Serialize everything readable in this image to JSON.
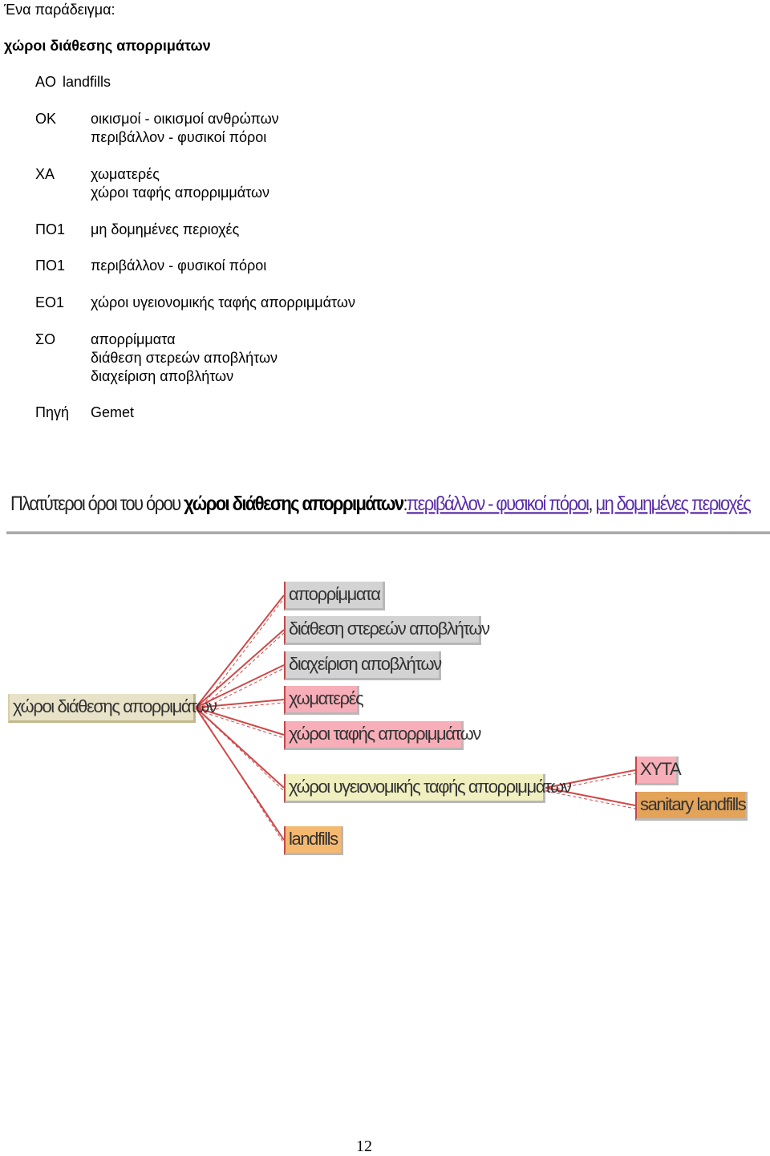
{
  "intro": "Ένα παράδειγμα:",
  "term": "χώροι διάθεσης απορριμάτων",
  "definitions": [
    {
      "key": "AO",
      "lines": [
        "landfills"
      ]
    },
    {
      "key": "OK",
      "lines": [
        "οικισμοί - οικισμοί ανθρώπων",
        "περιβάλλον - φυσικοί πόροι"
      ]
    },
    {
      "key": "ΧΑ",
      "lines": [
        "χωματερές",
        "χώροι ταφής απορριμμάτων"
      ]
    },
    {
      "key": "ΠΟ1",
      "lines": [
        "μη δομημένες περιοχές"
      ]
    },
    {
      "key": "ΠΟ1",
      "lines": [
        "περιβάλλον - φυσικοί πόροι"
      ]
    },
    {
      "key": "ΕΟ1",
      "lines": [
        "χώροι υγειονομικής ταφής απορριμμάτων"
      ]
    },
    {
      "key": "ΣΟ",
      "lines": [
        "απορρίμματα",
        "διάθεση στερεών αποβλήτων",
        "διαχείριση αποβλήτων"
      ]
    },
    {
      "key": "Πηγή",
      "lines": [
        "Gemet"
      ]
    }
  ],
  "screenshot": {
    "heading_prefix": "Πλατύτεροι όροι του όρου ",
    "heading_term": "χώροι διάθεσης απορριμάτων",
    "heading_colon": ":",
    "link_1": "περιβάλλον - φυσικοί πόροι",
    "link_sep": ", ",
    "link_2": "μη δομημένες περιοχές",
    "root_node": "χώροι διάθεσης απορριμάτων",
    "nodes": {
      "n1": "απορρίμματα",
      "n2": "διάθεση στερεών αποβλήτων",
      "n3": "διαχείριση αποβλήτων",
      "n4": "χωματερές",
      "n5": "χώροι ταφής απορριμμάτων",
      "n6": "χώροι υγειονομικής ταφής απορριμμάτων",
      "n7": "landfills",
      "n8": "ΧΥΤΑ",
      "n9": "sanitary landfills"
    },
    "colors": {
      "grey": "#d3d3d3",
      "pink": "#f7aeb8",
      "yellow": "#efefc0",
      "orange": "#f4b86f",
      "link_line": "#d04848",
      "link_text": "#5a2ea8"
    }
  },
  "page_number": "12"
}
